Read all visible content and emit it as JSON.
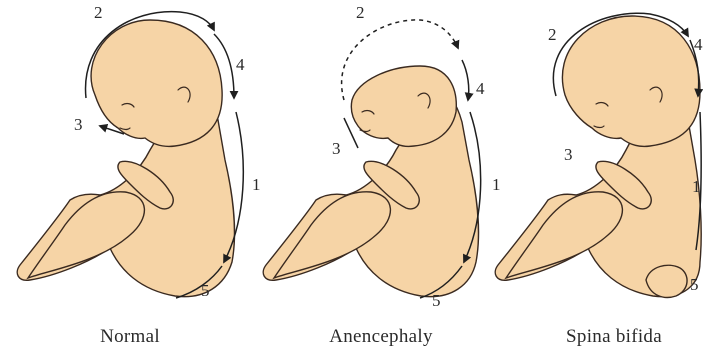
{
  "figures": [
    {
      "caption": "Normal",
      "labels": [
        "2",
        "4",
        "3",
        "1",
        "5"
      ]
    },
    {
      "caption": "Anencephaly",
      "labels": [
        "2",
        "4",
        "3",
        "1",
        "5"
      ]
    },
    {
      "caption": "Spina bifida",
      "labels": [
        "2",
        "4",
        "3",
        "1",
        "5"
      ]
    }
  ]
}
